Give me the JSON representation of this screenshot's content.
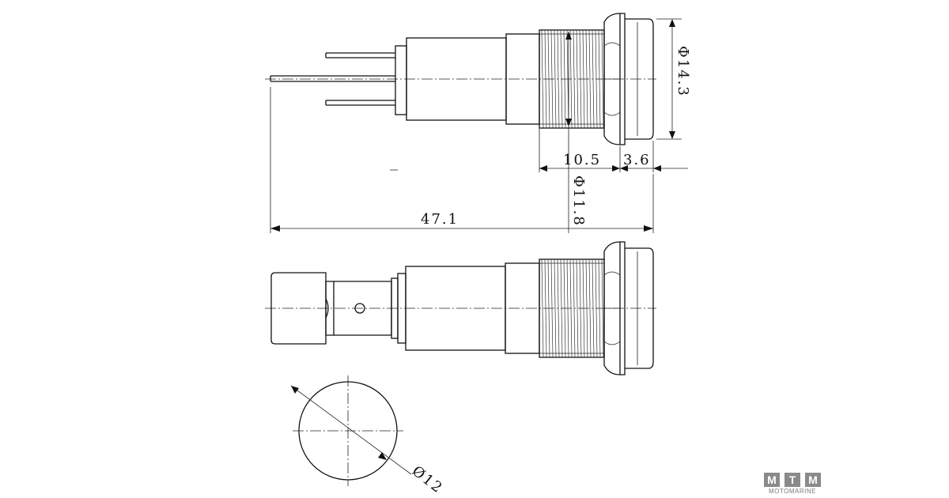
{
  "dimensions": {
    "diameter_head": "Φ14.3",
    "thread_length": "10.5",
    "flange_length": "3.6",
    "diameter_thread": "Φ11.8",
    "overall_length": "47.1",
    "diameter_lens": "Ø12"
  },
  "brand": {
    "letters": [
      "M",
      "T",
      "M"
    ],
    "name": "MOTOMARINE"
  }
}
